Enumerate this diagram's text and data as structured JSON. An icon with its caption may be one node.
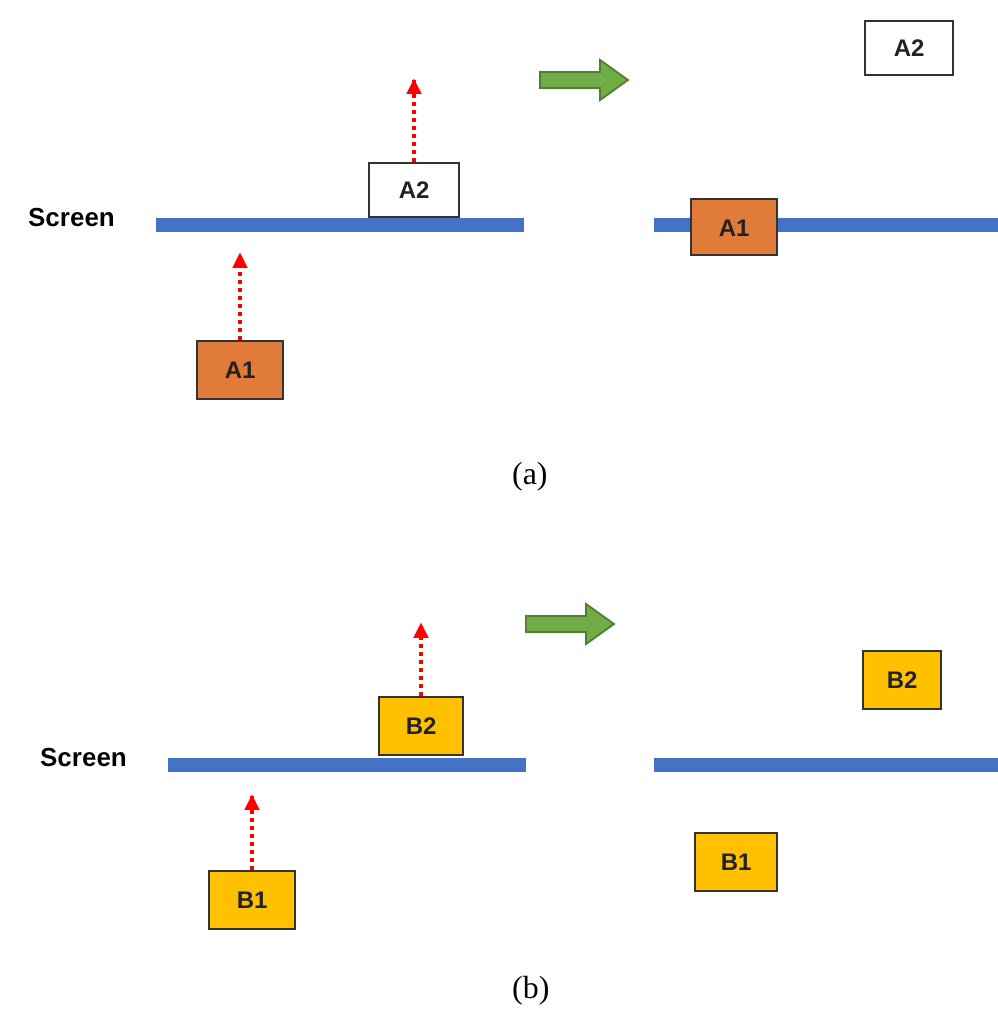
{
  "diagram": {
    "nodes": [
      {
        "text": [
          "A2"
        ]
      },
      {
        "text": [
          "A2"
        ]
      },
      {
        "text": [
          "A1"
        ]
      },
      {
        "text": [
          "A1"
        ]
      },
      {
        "text": [
          "B2"
        ]
      },
      {
        "text": [
          "B2"
        ]
      },
      {
        "text": [
          "B1"
        ]
      },
      {
        "text": [
          "B1"
        ]
      }
    ],
    "edges": [
      {
        "from": 1,
        "to": null,
        "arrow": "to",
        "style": "dashed",
        "color": "#ff0000"
      },
      {
        "from": 3,
        "to": null,
        "arrow": "to",
        "style": "dashed",
        "color": "#ff0000"
      },
      {
        "from": 5,
        "to": null,
        "arrow": "to",
        "style": "dashed",
        "color": "#ff0000"
      },
      {
        "from": 7,
        "to": null,
        "arrow": "to",
        "style": "dashed",
        "color": "#ff0000"
      }
    ],
    "labels": [
      "Screen",
      "Screen",
      "(a)",
      "(b)"
    ]
  }
}
